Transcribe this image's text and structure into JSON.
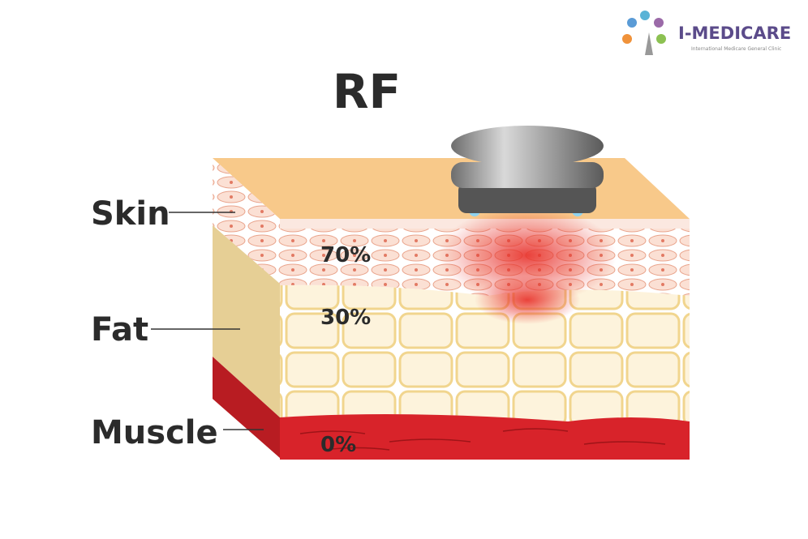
{
  "title": "RF",
  "labels": {
    "skin": "Skin",
    "fat": "Fat",
    "muscle": "Muscle"
  },
  "percentages": {
    "skin": "70%",
    "fat": "30%",
    "muscle": "0%"
  },
  "logo": {
    "name": "I-MEDICARE",
    "tagline": "International Medicare General Clinic"
  },
  "colors": {
    "skin_top": "#f8c98a",
    "skin": "#f4c1ad",
    "fat": "#fbeeca",
    "muscle": "#d8232a",
    "heat": "#e8302a",
    "logo_text": "#5b4b8a"
  }
}
